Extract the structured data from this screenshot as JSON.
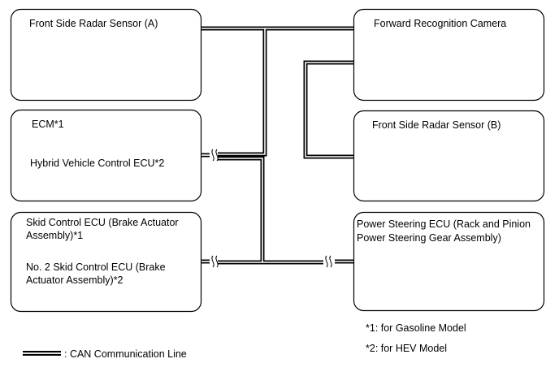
{
  "boxes": {
    "front_radar_a": {
      "label": "Front Side Radar Sensor (A)"
    },
    "ecm": {
      "label_1": "ECM*1",
      "label_2": "Hybrid Vehicle Control ECU*2"
    },
    "skid": {
      "label_1": "Skid Control ECU (Brake Actuator",
      "label_2": "Assembly)*1",
      "label_3": "No. 2 Skid Control ECU (Brake",
      "label_4": "Actuator Assembly)*2"
    },
    "camera": {
      "label": "Forward Recognition Camera"
    },
    "front_radar_b": {
      "label": "Front Side Radar Sensor (B)"
    },
    "power_steering": {
      "label_1": "Power Steering ECU (Rack and Pinion",
      "label_2": "Power Steering Gear Assembly)"
    }
  },
  "notes": {
    "note_1": "*1: for Gasoline Model",
    "note_2": "*2: for HEV Model"
  },
  "legend": {
    "label": ": CAN Communication Line"
  }
}
